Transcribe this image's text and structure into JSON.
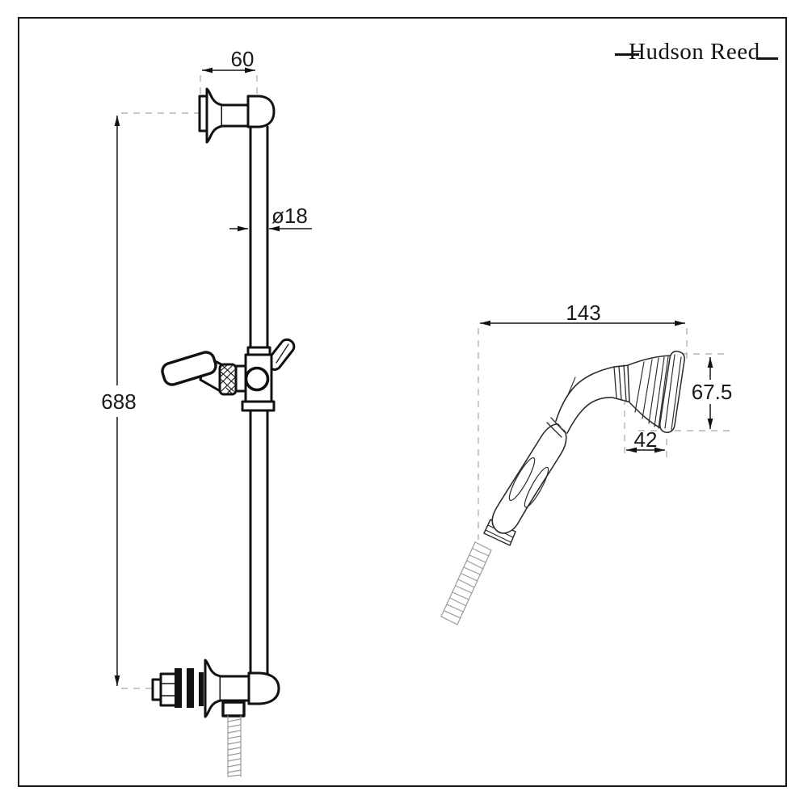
{
  "brand": {
    "name": "Hudson Reed"
  },
  "dimensions": {
    "bracket_depth": "60",
    "rail_diameter": "ø18",
    "rail_length": "688",
    "handset_width": "143",
    "head_face_height": "67.5",
    "head_depth": "42"
  },
  "colors": {
    "line": "#111111",
    "thin_line": "#2b2b2b",
    "dashed_line": "#b5b5b5",
    "hose_line": "#9a9a9a",
    "background": "#ffffff"
  }
}
